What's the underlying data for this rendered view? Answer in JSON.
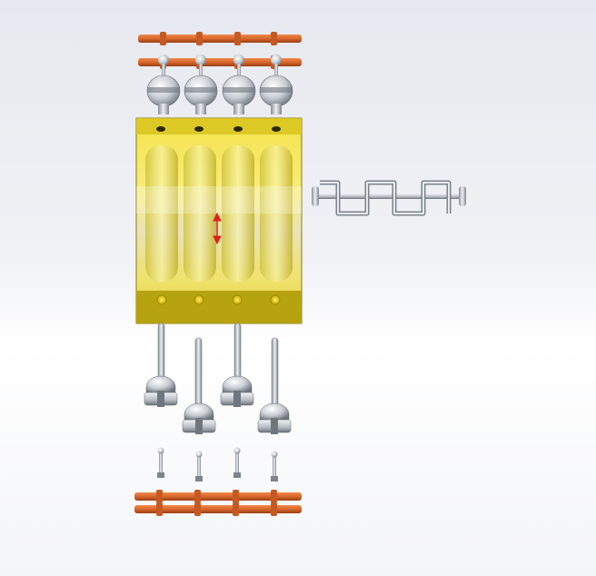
{
  "viewport": {
    "background_top": "#e6e9ef",
    "background_bottom": "#ffffff"
  },
  "model": {
    "cylinder_count": 4,
    "colors": {
      "block_yellow": "#f2e44a",
      "block_dark": "#b7a20f",
      "camshaft_orange": "#d8672c",
      "steel_light": "#eef0f3",
      "steel_dark": "#7d848c",
      "indicator_red": "#e0201a"
    },
    "parts": [
      "camshaft-top",
      "rocker-assembly-row",
      "engine-block",
      "crankshaft",
      "connecting-rods",
      "pistons",
      "valve-pins",
      "camshaft-bottom"
    ]
  }
}
